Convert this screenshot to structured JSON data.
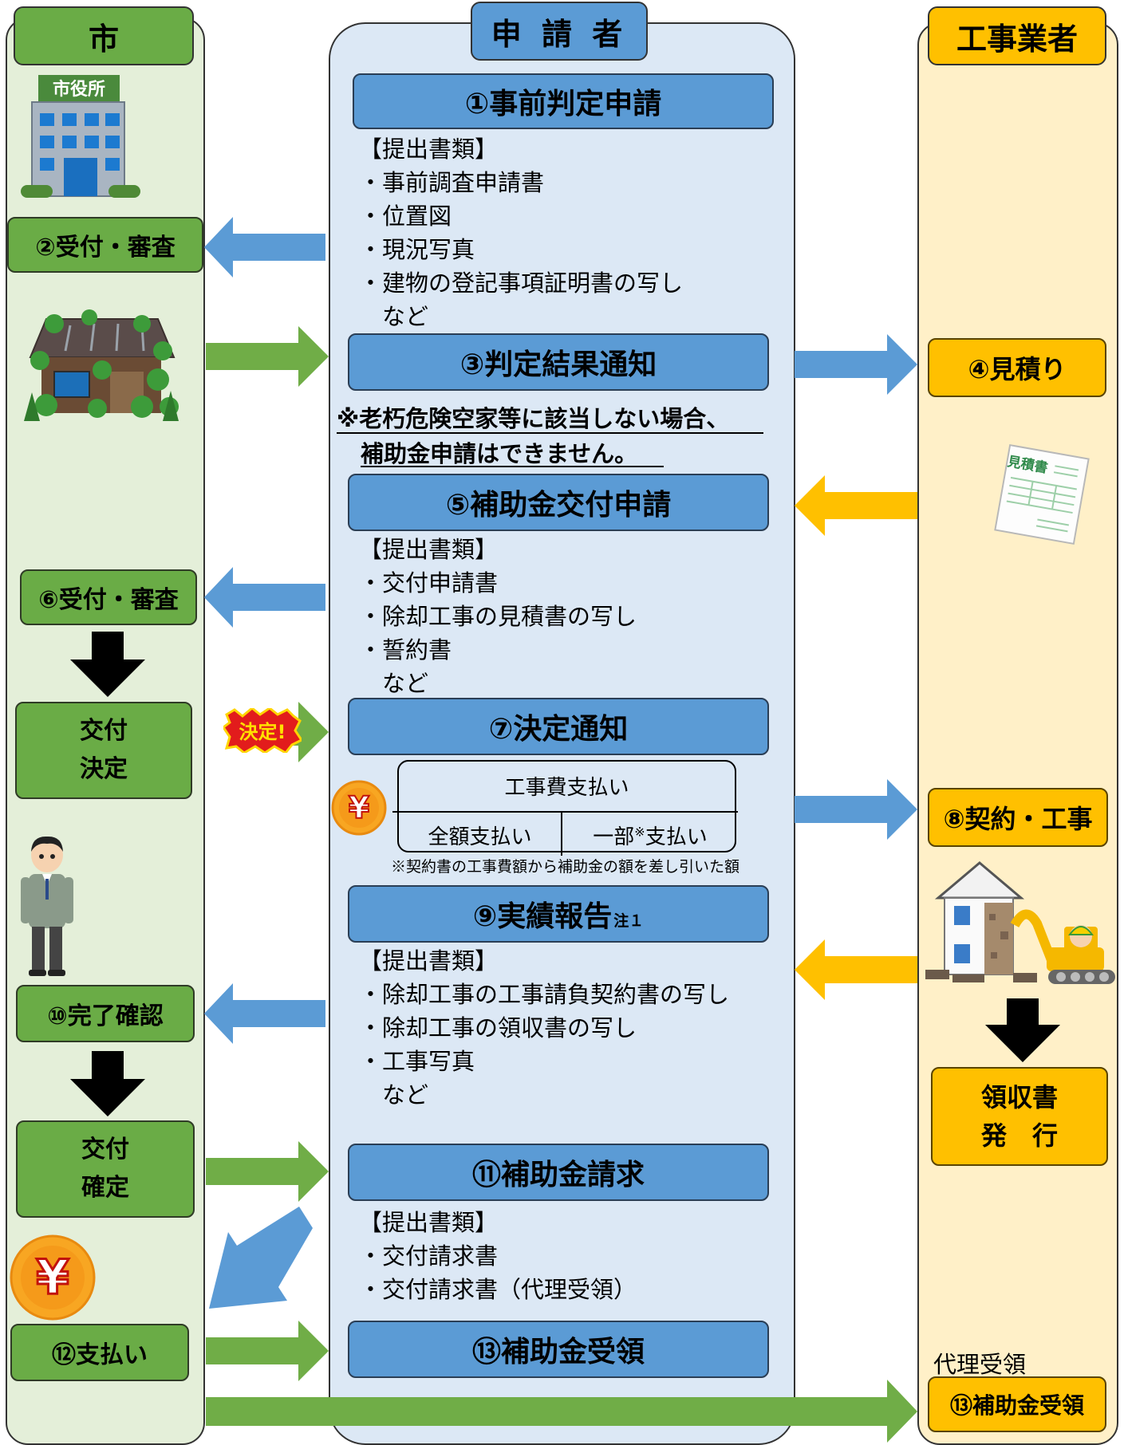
{
  "columns": {
    "city": {
      "title": "市"
    },
    "applicant": {
      "title": "申 請 者"
    },
    "contractor": {
      "title": "工事業者"
    }
  },
  "city_hall_sign": "市役所",
  "estimate_sheet_label": "見積書",
  "decision_badge": "決定!",
  "yen_symbol": "¥",
  "city_steps": {
    "s2": "②受付・審査",
    "s6": "⑥受付・審査",
    "grant_decision": [
      "交付",
      "決定"
    ],
    "s10": "⑩完了確認",
    "grant_confirm": [
      "交付",
      "確定"
    ],
    "s12": "⑫支払い"
  },
  "applicant_steps": {
    "s1": "①事前判定申請",
    "s3": "③判定結果通知",
    "s5": "⑤補助金交付申請",
    "s7": "⑦決定通知",
    "s9": "⑨実績報告",
    "s9_note": "注１",
    "s11": "⑪補助金請求",
    "s13": "⑬補助金受領"
  },
  "documents": {
    "d1": [
      "【提出書類】",
      "・事前調査申請書",
      "・位置図",
      "・現況写真",
      "・建物の登記事項証明書の写し",
      "　など"
    ],
    "d5": [
      "【提出書類】",
      "・交付申請書",
      "・除却工事の見積書の写し",
      "・誓約書",
      "　など"
    ],
    "d9": [
      "【提出書類】",
      "・除却工事の工事請負契約書の写し",
      "・除却工事の領収書の写し",
      "・工事写真",
      "　など"
    ],
    "d11": [
      "【提出書類】",
      "・交付請求書",
      "・交付請求書（代理受領）"
    ]
  },
  "warning": {
    "line1": "※老朽危険空家等に該当しない場合、",
    "line2": "補助金申請はできません。"
  },
  "payment_table": {
    "header": "工事費支払い",
    "full": "全額支払い",
    "partial_pre": "一部",
    "partial_mark": "※",
    "partial_post": "支払い",
    "footnote": "※契約書の工事費額から補助金の額を差し引いた額"
  },
  "contractor_steps": {
    "s4": "④見積り",
    "s8": "⑧契約・工事",
    "receipt": [
      "領収書",
      "発　行"
    ],
    "proxy_label": "代理受領",
    "s13": "⑬補助金受領"
  },
  "colors": {
    "green": "#6aac46",
    "blue": "#5b9bd5",
    "yellow": "#ffc000",
    "blue_arrow": "#5b9bd5",
    "green_arrow": "#70ad47",
    "yellow_arrow": "#ffc000"
  }
}
